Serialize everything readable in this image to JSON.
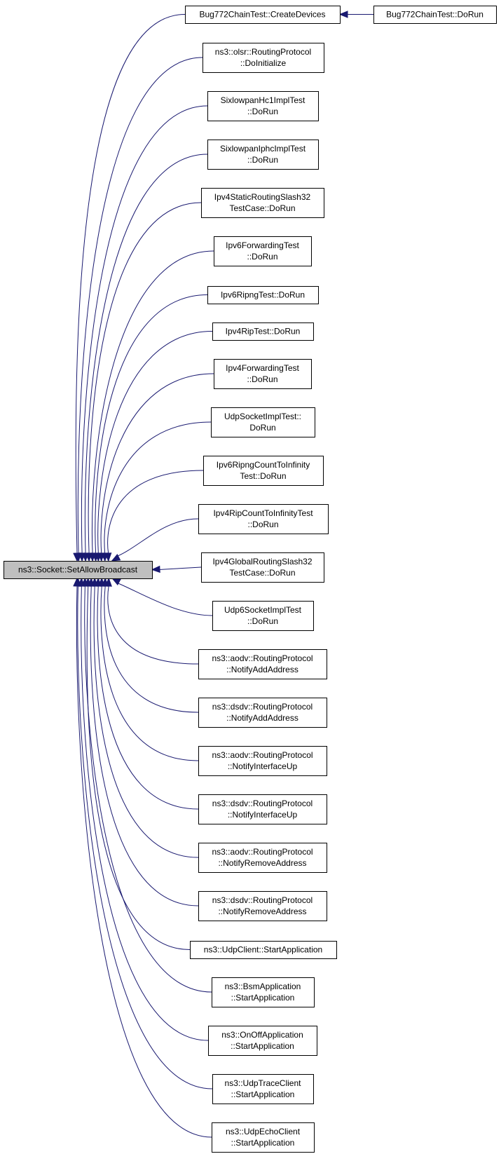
{
  "graph": {
    "type": "caller-graph",
    "colors": {
      "edge": "#191970",
      "focus_fill": "#bfbfbf",
      "node_fill": "#ffffff",
      "border": "#000000"
    },
    "focus": {
      "id": "n0",
      "lines": [
        "ns3::Socket::SetAllowBroadcast"
      ]
    },
    "callers": [
      {
        "id": "n1",
        "lines": [
          "Bug772ChainTest::CreateDevices"
        ]
      },
      {
        "id": "n2",
        "lines": [
          "ns3::olsr::RoutingProtocol",
          "::DoInitialize"
        ]
      },
      {
        "id": "n3",
        "lines": [
          "SixlowpanHc1ImplTest",
          "::DoRun"
        ]
      },
      {
        "id": "n4",
        "lines": [
          "SixlowpanIphcImplTest",
          "::DoRun"
        ]
      },
      {
        "id": "n5",
        "lines": [
          "Ipv4StaticRoutingSlash32",
          "TestCase::DoRun"
        ]
      },
      {
        "id": "n6",
        "lines": [
          "Ipv6ForwardingTest",
          "::DoRun"
        ]
      },
      {
        "id": "n7",
        "lines": [
          "Ipv6RipngTest::DoRun"
        ]
      },
      {
        "id": "n8",
        "lines": [
          "Ipv4RipTest::DoRun"
        ]
      },
      {
        "id": "n9",
        "lines": [
          "Ipv4ForwardingTest",
          "::DoRun"
        ]
      },
      {
        "id": "n10",
        "lines": [
          "UdpSocketImplTest::",
          "DoRun"
        ]
      },
      {
        "id": "n11",
        "lines": [
          "Ipv6RipngCountToInfinity",
          "Test::DoRun"
        ]
      },
      {
        "id": "n12",
        "lines": [
          "Ipv4RipCountToInfinityTest",
          "::DoRun"
        ]
      },
      {
        "id": "n13",
        "lines": [
          "Ipv4GlobalRoutingSlash32",
          "TestCase::DoRun"
        ]
      },
      {
        "id": "n14",
        "lines": [
          "Udp6SocketImplTest",
          "::DoRun"
        ]
      },
      {
        "id": "n15",
        "lines": [
          "ns3::aodv::RoutingProtocol",
          "::NotifyAddAddress"
        ]
      },
      {
        "id": "n16",
        "lines": [
          "ns3::dsdv::RoutingProtocol",
          "::NotifyAddAddress"
        ]
      },
      {
        "id": "n17",
        "lines": [
          "ns3::aodv::RoutingProtocol",
          "::NotifyInterfaceUp"
        ]
      },
      {
        "id": "n18",
        "lines": [
          "ns3::dsdv::RoutingProtocol",
          "::NotifyInterfaceUp"
        ]
      },
      {
        "id": "n19",
        "lines": [
          "ns3::aodv::RoutingProtocol",
          "::NotifyRemoveAddress"
        ]
      },
      {
        "id": "n20",
        "lines": [
          "ns3::dsdv::RoutingProtocol",
          "::NotifyRemoveAddress"
        ]
      },
      {
        "id": "n21",
        "lines": [
          "ns3::UdpClient::StartApplication"
        ]
      },
      {
        "id": "n22",
        "lines": [
          "ns3::BsmApplication",
          "::StartApplication"
        ]
      },
      {
        "id": "n23",
        "lines": [
          "ns3::OnOffApplication",
          "::StartApplication"
        ]
      },
      {
        "id": "n24",
        "lines": [
          "ns3::UdpTraceClient",
          "::StartApplication"
        ]
      },
      {
        "id": "n25",
        "lines": [
          "ns3::UdpEchoClient",
          "::StartApplication"
        ]
      }
    ],
    "second_level": [
      {
        "id": "n26",
        "lines": [
          "Bug772ChainTest::DoRun"
        ],
        "calls": "n1"
      }
    ]
  }
}
